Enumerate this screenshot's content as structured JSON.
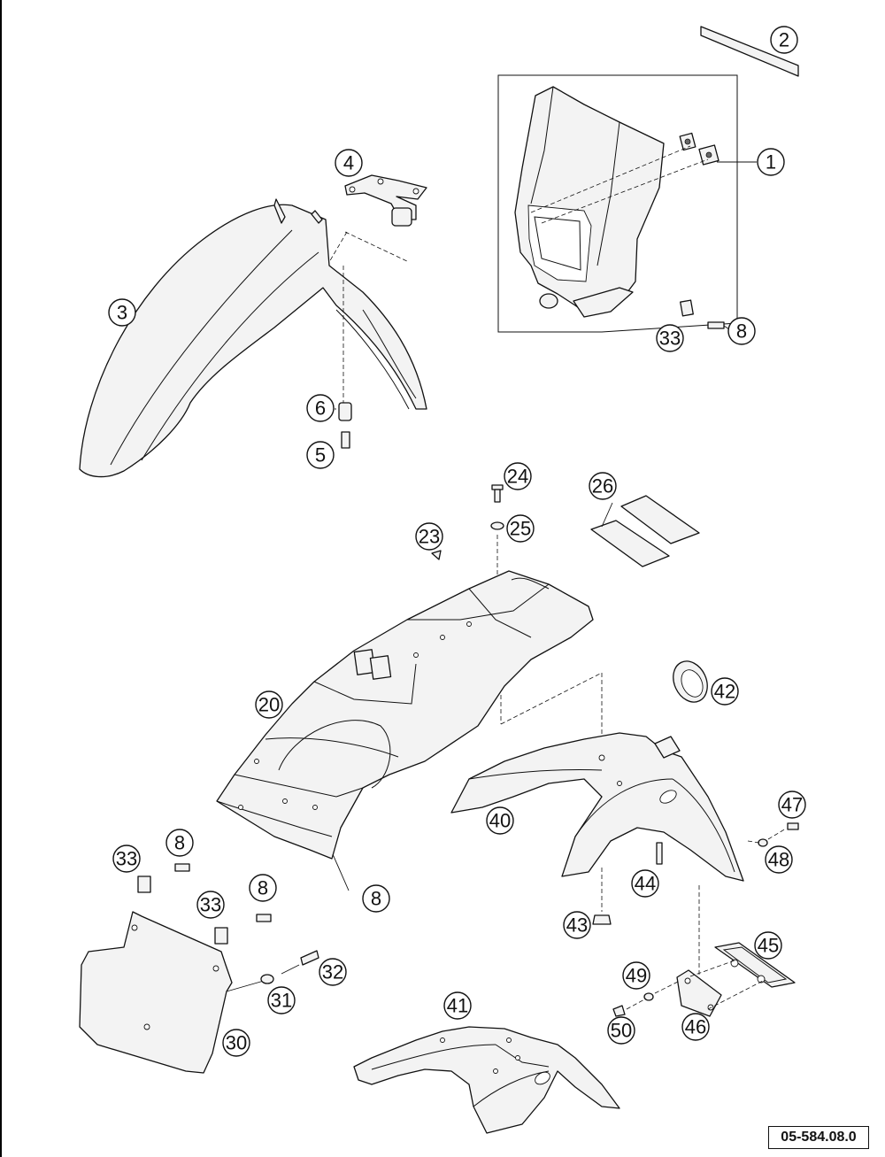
{
  "drawing_number": "05-584.08.0",
  "callouts": {
    "c1": "1",
    "c2": "2",
    "c3": "3",
    "c4": "4",
    "c5": "5",
    "c6": "6",
    "c8": "8",
    "c20": "20",
    "c23": "23",
    "c24": "24",
    "c25": "25",
    "c26": "26",
    "c30": "30",
    "c31": "31",
    "c32": "32",
    "c33": "33",
    "c40": "40",
    "c41": "41",
    "c42": "42",
    "c43": "43",
    "c44": "44",
    "c45": "45",
    "c46": "46",
    "c47": "47",
    "c48": "48",
    "c49": "49",
    "c50": "50"
  }
}
